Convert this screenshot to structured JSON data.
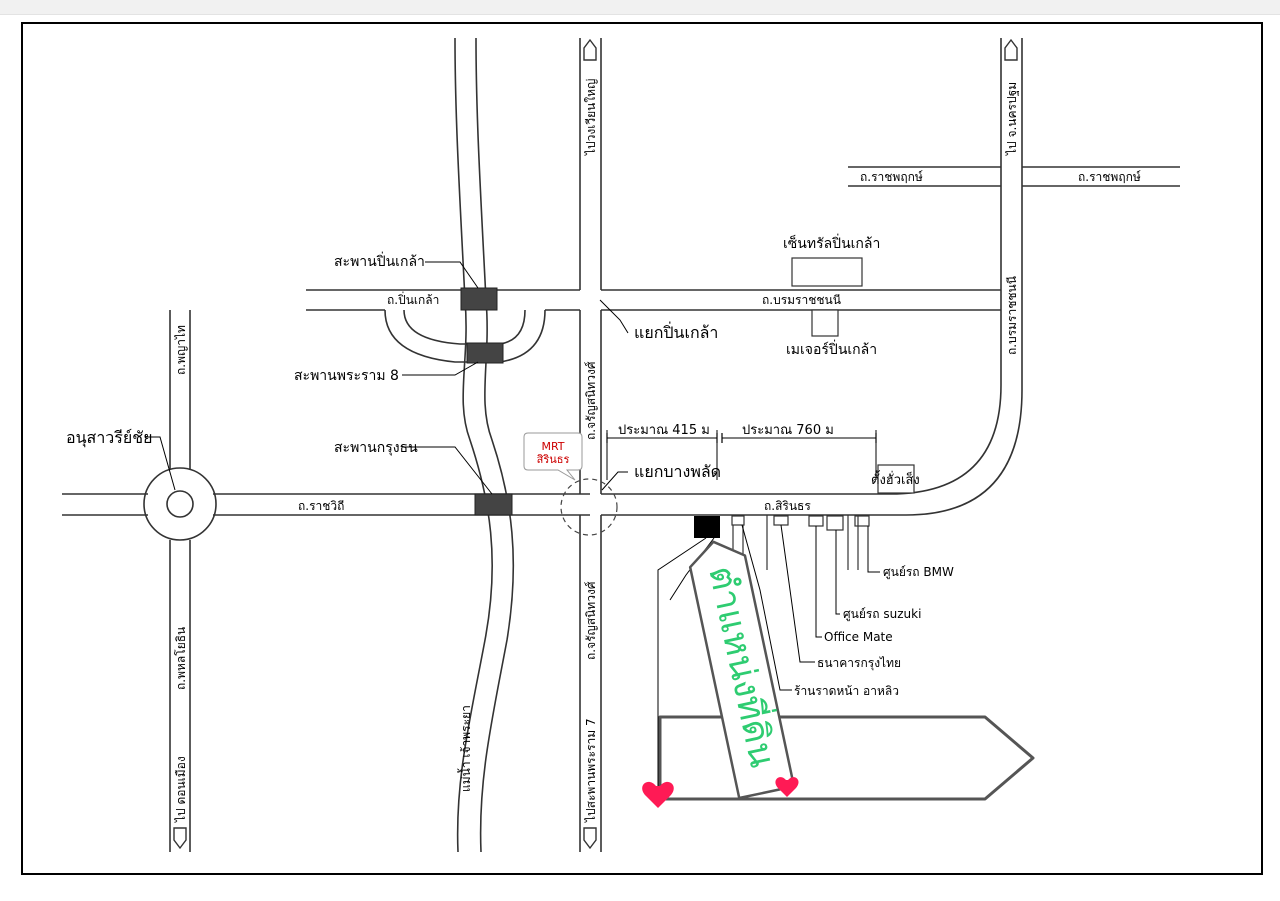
{
  "colors": {
    "road": "#333333",
    "bridge": "#444444",
    "heart": "#ff1a55",
    "mrt_text": "#cc0000",
    "highlight_text": "#2ecc71",
    "frame": "#000000"
  },
  "roads": {
    "ratchaphruek_left": "ถ.ราชพฤกษ์",
    "ratchaphruek_right": "ถ.ราชพฤกษ์",
    "pinklao": "ถ.ปิ่นเกล้า",
    "borommaratchachonnani_h": "ถ.บรมราชชนนี",
    "borommaratchachonnani_v": "ถ.บรมราชชนนี",
    "charansanitwong_upper": "ถ.จรัญสนิทวงศ์",
    "charansanitwong_lower": "ถ.จรัญสนิทวงศ์",
    "ratchawithi": "ถ.ราชวิถี",
    "sirindhorn": "ถ.สิรินธร",
    "phaya_thai": "ถ.พญาไท",
    "phahonyothin": "ถ.พหลโยธิน"
  },
  "directions": {
    "to_wongwian_yai": "ไปวงเวียนใหญ่",
    "to_nakhon_pathom": "ไป จ.นครปฐม",
    "to_don_mueang": "ไป ดอนเมือง",
    "to_rama7_bridge": "ไปสะพานพระราม 7"
  },
  "landmarks": {
    "pinklao_bridge": "สะพานปิ่นเกล้า",
    "rama8_bridge": "สะพานพระราม 8",
    "krungthon_bridge": "สะพานกรุงธน",
    "victory_monument": "อนุสาวรีย์ชัย",
    "chao_phraya": "แม่น้ำ เจ้าพระยา",
    "pinklao_intersection": "แยกปิ่นเกล้า",
    "bang_phlat_intersection": "แยกบางพลัด",
    "central_pinklao": "เซ็นทรัลปิ่นเกล้า",
    "major_pinklao": "เมเจอร์ปิ่นเกล้า",
    "tang_hua_seng": "ตั้งฮั่วเส็ง",
    "bmw_center": "ศูนย์รถ BMW",
    "suzuki_center": "ศูนย์รถ suzuki",
    "office_mate": "Office Mate",
    "krungthai_bank": "ธนาคารกรุงไทย",
    "ahaliw_shop": "ร้านราดหน้า อาหลิว"
  },
  "mrt": {
    "line1": "MRT",
    "line2": "สิรินธร"
  },
  "distances": {
    "d415": "ประมาณ 415 ม",
    "d760": "ประมาณ 760 ม"
  },
  "land_position": "ตำแหน่งที่ดิน"
}
